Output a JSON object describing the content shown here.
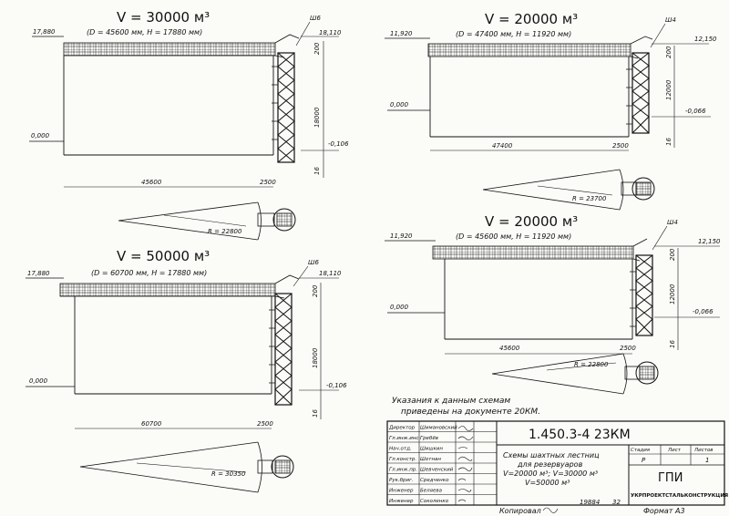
{
  "schemes": [
    {
      "id": "v30000",
      "title": "V = 30000 м³",
      "subtitle": "(D = 45600 мм, H = 17880 мм)",
      "top_level_left": "17,880",
      "top_level_right": "18,110",
      "zero_level": "0,000",
      "bottom_level": "-0,106",
      "height": "18000",
      "top_gap": "200",
      "bottom_gap": "16",
      "radius_span": "45600",
      "stair_offset": "2500",
      "radius": "R = 22800",
      "stair_mark": "Ш6"
    },
    {
      "id": "v50000",
      "title": "V = 50000 м³",
      "subtitle": "(D = 60700 мм, H = 17880 мм)",
      "top_level_left": "17,880",
      "top_level_right": "18,110",
      "zero_level": "0,000",
      "bottom_level": "-0,106",
      "height": "18000",
      "top_gap": "200",
      "bottom_gap": "16",
      "radius_span": "60700",
      "stair_offset": "2500",
      "radius": "R = 30350",
      "stair_mark": "Ш6"
    },
    {
      "id": "v20000a",
      "title": "V = 20000 м³",
      "subtitle": "(D = 47400 мм, H = 11920 мм)",
      "top_level_left": "11,920",
      "top_level_right": "12,150",
      "zero_level": "0,000",
      "bottom_level": "-0,066",
      "height": "12000",
      "top_gap": "200",
      "bottom_gap": "16",
      "radius_span": "47400",
      "stair_offset": "2500",
      "radius": "R = 23700",
      "stair_mark": "Ш4"
    },
    {
      "id": "v20000b",
      "title": "V = 20000 м³",
      "subtitle": "(D = 45600 мм, H = 11920 мм)",
      "top_level_left": "11,920",
      "top_level_right": "12,150",
      "zero_level": "0,000",
      "bottom_level": "-0,066",
      "height": "12000",
      "top_gap": "200",
      "bottom_gap": "16",
      "radius_span": "45600",
      "stair_offset": "2500",
      "radius": "R = 22800",
      "stair_mark": "Ш4"
    }
  ],
  "note_line1": "Указания к данным схемам",
  "note_line2": "приведены на документе 20КМ.",
  "stamp": {
    "code": "1.450.3-4 23КМ",
    "description_line1": "Схемы шахтных лестниц",
    "description_line2": "для резервуаров",
    "description_line3": "V=20000 м³; V=30000 м³",
    "description_line4": "V=50000 м³",
    "stage_label": "Стадия",
    "sheet_label": "Лист",
    "sheets_label": "Листов",
    "stage_value": "Р",
    "sheets_value": "1",
    "org_short": "ГПИ",
    "org_full": "УКРПРОЕКТСТАЛЬКОНСТРУКЦИЯ",
    "roles": [
      "Директор",
      "Гл.инж.инс.",
      "Нач.отд.",
      "Гл.констр.",
      "Гл.инж.пр.",
      "Рук.бриг.",
      "Инженер",
      "Инженер"
    ],
    "names": [
      "Шимановский",
      "Гребёв",
      "Шишкин",
      "Шотнан",
      "Шевченский",
      "Средченко",
      "Беляева",
      "Соколенко"
    ]
  },
  "footer": {
    "copied": "Копировал",
    "number": "19884",
    "sheet_no": "32",
    "format": "Формат А3"
  }
}
